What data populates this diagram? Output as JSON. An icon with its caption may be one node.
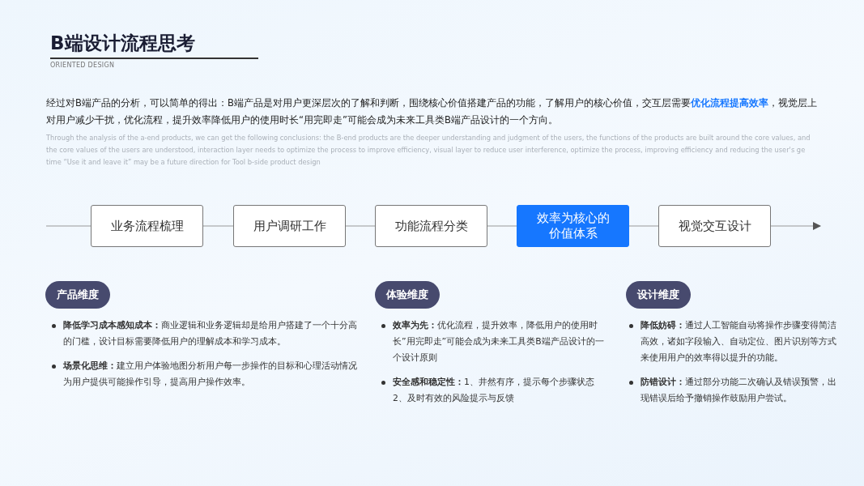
{
  "diagram": {
    "title": "B端设计流程思考",
    "nodes": [
      {
        "text": [
          "业务流程梳理"
        ]
      },
      {
        "text": [
          "用户调研工作"
        ]
      },
      {
        "text": [
          "功能流程分类"
        ]
      },
      {
        "text": [
          "效率为核心的价值体系"
        ]
      },
      {
        "text": [
          "视觉交互设计"
        ]
      },
      {
        "text": [
          "产品维度"
        ]
      },
      {
        "text": [
          "体验维度"
        ]
      },
      {
        "text": [
          "设计维度"
        ]
      }
    ],
    "edges": [
      {
        "from": null,
        "to": 0,
        "arrow": "none"
      },
      {
        "from": 0,
        "to": 1,
        "arrow": "none"
      },
      {
        "from": 1,
        "to": 2,
        "arrow": "none"
      },
      {
        "from": 2,
        "to": 3,
        "arrow": "none"
      },
      {
        "from": 3,
        "to": 4,
        "arrow": "none"
      },
      {
        "from": 4,
        "to": null,
        "arrow": "to"
      }
    ],
    "labels": [
      "ORIENTED DESIGN",
      "经过对B端产品的分析，可以简单的得出：B端产品是对用户更深层次的了解和判断，围绕核心价值搭建产品的功能，了解用户的核心价值，交互层需要**优化流程提高效率**，视觉层上对用户减少干扰，优化流程，提升效率降低用户的使用时长“用完即走”可能会成为未来工具类B端产品设计的一个方向。",
      "Through the analysis of the a-end products, we can get the following conclusions: the B-end products are the deeper understanding and judgment of the users, the functions of the products are built around the core values, and the core values of the users are understood, interaction layer needs to optimize the process to improve efficiency, visual layer to reduce user interference, optimize the process, improving efficiency and reducing the user's ge time “Use it and leave it” may be a future direction for Tool b-side product design",
      "**降低学习成本感知成本：**商业逻辑和业务逻辑却是给用户搭建了一个十分高的门槛，设计目标需要降低用户的理解成本和学习成本。",
      "**场景化思维：**建立用户体验地图分析用户每一步操作的目标和心理活动情况为用户提供可能操作引导，提高用户操作效率。",
      "**效率为先：**优化流程，提升效率，降低用户的使用时长”用完即走”可能会成为未来工具类B端产品设计的一个设计原则",
      "**安全感和稳定性：**1、井然有序，提示每个步骤状态 2、及时有效的风险提示与反馈",
      "**降低妨碍：**通过人工智能自动将操作步骤变得简洁高效，诸如字段输入、自动定位、图片识别等方式来使用用户的效率得以提升的功能。",
      "**防错设计：**通过部分功能二次确认及错误预警，出现错误后给予撤销操作鼓励用户尝试。"
    ]
  }
}
